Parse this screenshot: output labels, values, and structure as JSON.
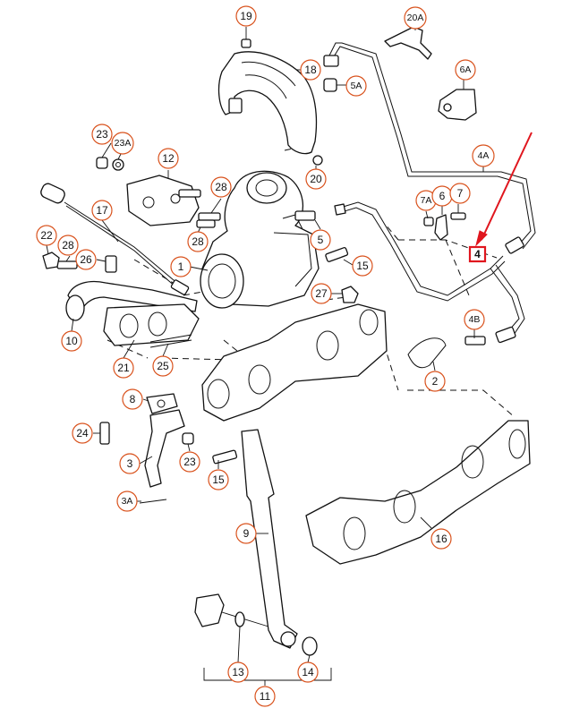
{
  "callouts": [
    {
      "label": "19"
    },
    {
      "label": "18"
    },
    {
      "label": "20A"
    },
    {
      "label": "5A"
    },
    {
      "label": "6A"
    },
    {
      "label": "23"
    },
    {
      "label": "23A"
    },
    {
      "label": "12"
    },
    {
      "label": "20"
    },
    {
      "label": "4A"
    },
    {
      "label": "28"
    },
    {
      "label": "7A"
    },
    {
      "label": "6"
    },
    {
      "label": "7"
    },
    {
      "label": "17"
    },
    {
      "label": "22"
    },
    {
      "label": "28"
    },
    {
      "label": "26"
    },
    {
      "label": "28"
    },
    {
      "label": "5"
    },
    {
      "label": "1"
    },
    {
      "label": "15"
    },
    {
      "label": "27"
    },
    {
      "label": "10"
    },
    {
      "label": "4B"
    },
    {
      "label": "21"
    },
    {
      "label": "25"
    },
    {
      "label": "2"
    },
    {
      "label": "8"
    },
    {
      "label": "24"
    },
    {
      "label": "23"
    },
    {
      "label": "3"
    },
    {
      "label": "15"
    },
    {
      "label": "3A"
    },
    {
      "label": "16"
    },
    {
      "label": "9"
    },
    {
      "label": "13"
    },
    {
      "label": "14"
    },
    {
      "label": "11"
    }
  ],
  "highlight": {
    "label": "4",
    "color": "#e0161e"
  },
  "colors": {
    "callout_ring": "#d9531e",
    "arrow": "#e0161e",
    "line": "#111111"
  }
}
